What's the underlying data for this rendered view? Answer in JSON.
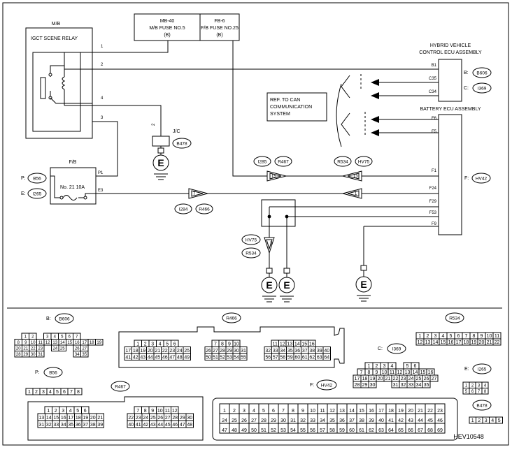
{
  "diagram_id": "HEV10548",
  "mb": {
    "label": "M/B",
    "relay": "IGCT SCENE RELAY",
    "pins": [
      "1",
      "2",
      "4",
      "3"
    ]
  },
  "fuses": {
    "mb40": [
      "MB-40",
      "M/B FUSE NO.5",
      "(B)"
    ],
    "fb6": [
      "FB-6",
      "F/B FUSE NO.25",
      "(B)"
    ]
  },
  "hybrid_ecu": {
    "title": [
      "HYBRID VEHICLE",
      "CONTROL ECU ASSEMBLY"
    ],
    "pins": [
      "B1",
      "C35",
      "C34"
    ],
    "conn_b_prefix": "B:",
    "conn_b": "B606",
    "conn_c_prefix": "C:",
    "conn_c": "I369"
  },
  "can_ref": [
    "REF. TO CAN",
    "COMMUNICATION",
    "SYSTEM"
  ],
  "battery_ecu": {
    "title": "BATTERY ECU ASSEMBLY",
    "pins": [
      "F6",
      "F5",
      "F1",
      "F24",
      "F29",
      "F53",
      "F9"
    ],
    "conn_prefix": "F:",
    "conn": "HV42"
  },
  "jc": {
    "label": "J/C",
    "pin": "2",
    "conn": "B478"
  },
  "fb": {
    "label": "F/B",
    "fuse": "No. 21 10A",
    "pins": [
      "P1",
      "E3"
    ],
    "conn_p_prefix": "P:",
    "conn_p": "B56",
    "conn_e_prefix": "E:",
    "conn_e": "I265"
  },
  "junctions": {
    "upper_left": {
      "pin": "15",
      "conns": [
        "I285",
        "R467"
      ]
    },
    "upper_right": {
      "pin": "13",
      "conns": [
        "R534",
        "HV75"
      ]
    },
    "lower_left": {
      "pin": "7",
      "conns": [
        "I284",
        "R466"
      ]
    },
    "lower_right": {
      "pin": "1"
    },
    "shield": {
      "pin": "3",
      "conns": [
        "HV75",
        "R534"
      ]
    }
  },
  "ground_symbol": "E",
  "connectors": {
    "b606": {
      "prefix": "B:",
      "name": "B606",
      "rows": [
        [
          "1",
          "2",
          "",
          "3",
          "4",
          "5",
          "6",
          "7"
        ],
        [
          "8",
          "9",
          "10",
          "11",
          "12",
          "13",
          "14",
          "15",
          "16",
          "17",
          "18",
          "19"
        ],
        [
          "20",
          "21",
          "22",
          "23",
          "",
          "24",
          "25",
          "",
          "26",
          "27"
        ],
        [
          "28",
          "29",
          "30",
          "31",
          "",
          "",
          "",
          "",
          "34",
          "35"
        ]
      ]
    },
    "r466": {
      "name": "R466",
      "blocks": [
        {
          "rows": [
            [
              "1",
              "2",
              "3",
              "4",
              "5",
              "6"
            ],
            [
              "17",
              "18",
              "19",
              "20",
              "21",
              "22",
              "23",
              "24",
              "25"
            ],
            [
              "41",
              "42",
              "43",
              "44",
              "45",
              "46",
              "47",
              "48",
              "49"
            ]
          ]
        },
        {
          "rows": [
            [
              "7",
              "8",
              "9",
              "10"
            ],
            [
              "26",
              "27",
              "28",
              "29",
              "30",
              "31"
            ],
            [
              "50",
              "51",
              "52",
              "53",
              "54",
              "55"
            ]
          ]
        },
        {
          "rows": [
            [
              "11",
              "12",
              "13",
              "14",
              "15",
              "16"
            ],
            [
              "32",
              "33",
              "34",
              "35",
              "36",
              "37",
              "38",
              "39",
              "40"
            ],
            [
              "56",
              "57",
              "58",
              "59",
              "60",
              "61",
              "62",
              "63",
              "64"
            ]
          ]
        }
      ]
    },
    "r534": {
      "name": "R534",
      "rows": [
        [
          "1",
          "2",
          "3",
          "4",
          "5",
          "6",
          "7",
          "8",
          "9",
          "10",
          "11"
        ],
        [
          "12",
          "13",
          "14",
          "15",
          "16",
          "17",
          "18",
          "19",
          "20",
          "21",
          "22"
        ]
      ]
    },
    "i369": {
      "prefix": "C:",
      "name": "I369",
      "rows": [
        [
          "1",
          "2",
          "3",
          "4",
          "",
          "5",
          "6"
        ],
        [
          "7",
          "8",
          "9",
          "10",
          "11",
          "12",
          "13",
          "14",
          "15",
          "16"
        ],
        [
          "17",
          "18",
          "19",
          "20",
          "21",
          "22",
          "23",
          "24",
          "25",
          "26",
          "27"
        ],
        [
          "28",
          "29",
          "30",
          "",
          "",
          "31",
          "32",
          "33",
          "34",
          "35"
        ]
      ]
    },
    "b56": {
      "prefix": "P:",
      "name": "B56",
      "rows": [
        [
          "1",
          "2",
          "3",
          "4",
          "5",
          "6",
          "7",
          "8"
        ]
      ]
    },
    "r467": {
      "name": "R467",
      "blocks": [
        {
          "rows": [
            [
              "1",
              "2",
              "3",
              "4",
              "5",
              "6"
            ],
            [
              "13",
              "14",
              "15",
              "16",
              "17",
              "18",
              "19",
              "20",
              "21"
            ],
            [
              "31",
              "32",
              "33",
              "34",
              "35",
              "36",
              "37",
              "38",
              "39"
            ]
          ]
        },
        {
          "rows": [
            [
              "7",
              "8",
              "9",
              "10",
              "11",
              "12"
            ],
            [
              "22",
              "23",
              "24",
              "25",
              "26",
              "27",
              "28",
              "29",
              "30"
            ],
            [
              "40",
              "41",
              "42",
              "43",
              "44",
              "45",
              "46",
              "47",
              "48"
            ]
          ]
        }
      ]
    },
    "hv42": {
      "prefix": "F:",
      "name": "HV42",
      "rows": [
        [
          "1",
          "2",
          "3",
          "4",
          "5",
          "6",
          "7",
          "8",
          "9",
          "10",
          "11",
          "12",
          "13",
          "14",
          "15",
          "16",
          "17",
          "18",
          "19",
          "20",
          "21",
          "22",
          "23"
        ],
        [
          "24",
          "25",
          "26",
          "27",
          "28",
          "29",
          "30",
          "31",
          "32",
          "33",
          "34",
          "35",
          "36",
          "37",
          "38",
          "39",
          "40",
          "41",
          "42",
          "43",
          "44",
          "45",
          "46"
        ],
        [
          "47",
          "48",
          "49",
          "50",
          "51",
          "52",
          "53",
          "54",
          "55",
          "56",
          "57",
          "58",
          "59",
          "60",
          "61",
          "62",
          "63",
          "64",
          "65",
          "66",
          "67",
          "68",
          "69"
        ]
      ]
    },
    "i265": {
      "prefix": "E:",
      "name": "I265",
      "rows": [
        [
          "1",
          "2",
          "3",
          "4"
        ],
        [
          "5",
          "6",
          "7",
          "8"
        ]
      ]
    },
    "b478": {
      "name": "B478",
      "rows": [
        [
          "1",
          "2",
          "3",
          "4",
          "5"
        ]
      ]
    }
  }
}
